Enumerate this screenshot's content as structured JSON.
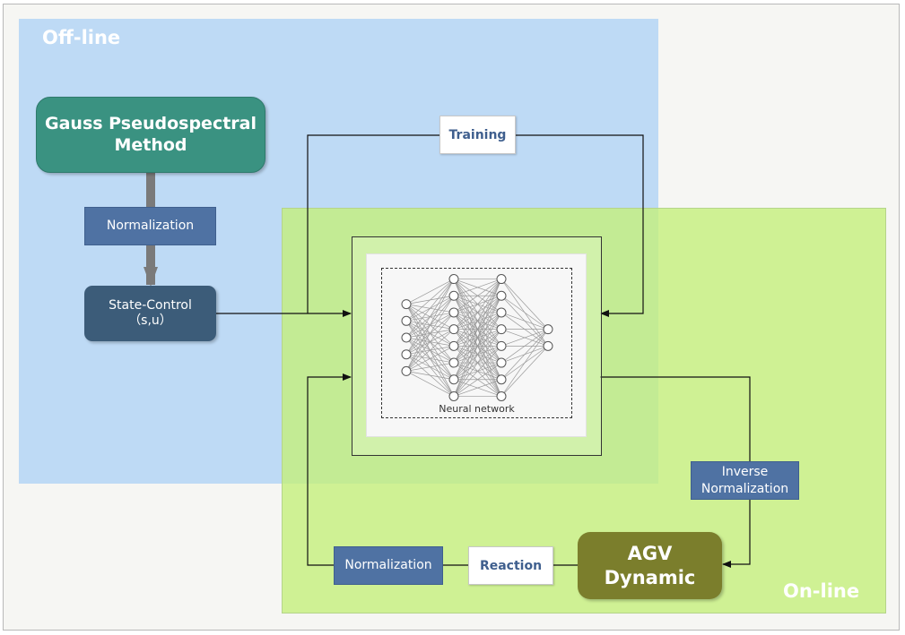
{
  "regions": {
    "offline": "Off-line",
    "online": "On-line"
  },
  "blocks": {
    "gauss": {
      "line1": "Gauss Pseudospectral",
      "line2": "Method"
    },
    "state_control": {
      "line1": "State-Control",
      "line2": "（s,u）"
    },
    "agv": {
      "line1": "AGV",
      "line2": "Dynamic"
    }
  },
  "labels": {
    "normalization_top": "Normalization",
    "normalization_bottom": "Normalization",
    "training": "Training",
    "reaction": "Reaction",
    "inverse_normalization": {
      "line1": "Inverse",
      "line2": "Normalization"
    }
  },
  "neural_network": {
    "caption": "Neural network",
    "layers": [
      5,
      8,
      8,
      2
    ]
  },
  "colors": {
    "offline_region": "#bcd7f5",
    "online_region": "#c4f078",
    "gauss_block": "#3a9281",
    "state_block": "#3c5c79",
    "agv_block": "#7b7e2c",
    "label_blue": "#4f72a3"
  }
}
